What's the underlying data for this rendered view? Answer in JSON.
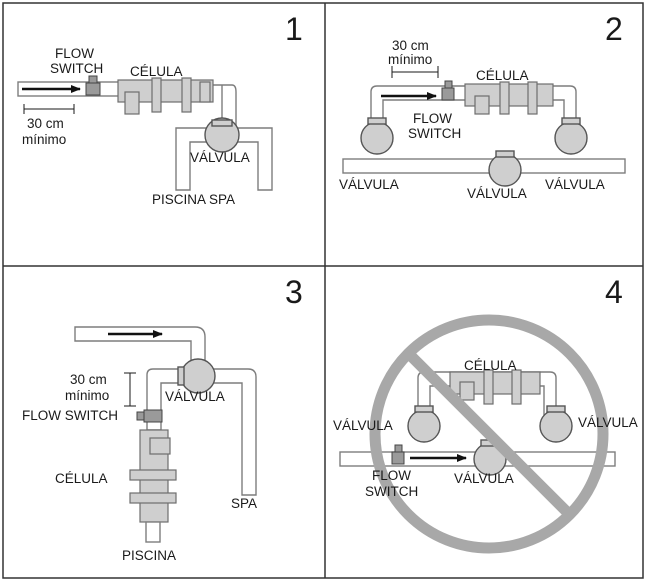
{
  "panels": [
    {
      "number": "1",
      "labels": {
        "flow_switch_line1": "FLOW",
        "flow_switch_line2": "SWITCH",
        "celula": "CÉLULA",
        "dist_line1": "30 cm",
        "dist_line2": "mínimo",
        "valvula": "VÁLVULA",
        "piscina_spa": "PISCINA SPA"
      }
    },
    {
      "number": "2",
      "labels": {
        "dist_line1": "30 cm",
        "dist_line2": "mínimo",
        "celula": "CÉLULA",
        "flow_switch_line1": "FLOW",
        "flow_switch_line2": "SWITCH",
        "valvula_left": "VÁLVULA",
        "valvula_center": "VÁLVULA",
        "valvula_right": "VÁLVULA"
      }
    },
    {
      "number": "3",
      "labels": {
        "dist_line1": "30 cm",
        "dist_line2": "mínimo",
        "valvula": "VÁLVULA",
        "flow_switch": "FLOW SWITCH",
        "celula": "CÉLULA",
        "spa": "SPA",
        "piscina": "PISCINA"
      }
    },
    {
      "number": "4",
      "labels": {
        "celula": "CÉLULA",
        "valvula_left": "VÁLVULA",
        "valvula_right": "VÁLVULA",
        "flow_switch_line1": "FLOW",
        "flow_switch_line2": "SWITCH",
        "valvula_center": "VÁLVULA"
      }
    }
  ],
  "colors": {
    "frame": "#333333",
    "pipe_outline": "#7d7d7d",
    "component_fill": "#cfcfcf",
    "prohibited_sign": "#a8a8a8"
  }
}
